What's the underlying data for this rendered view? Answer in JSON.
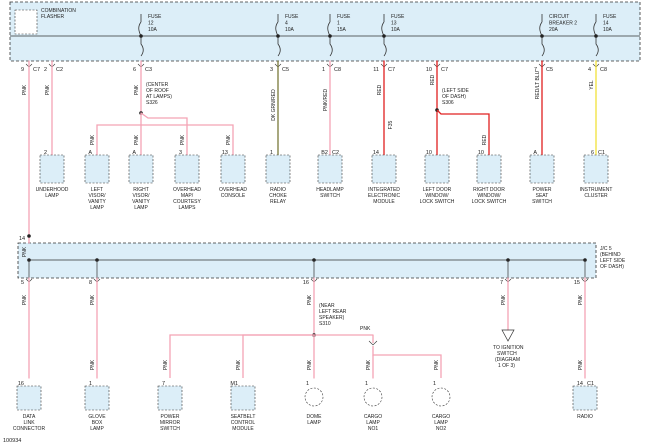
{
  "diagram": {
    "id": "100934",
    "combination_flasher": [
      "COMBINATION",
      "FLASHER"
    ],
    "fuses": [
      {
        "lines": [
          "FUSE",
          "12",
          "10A"
        ]
      },
      {
        "lines": [
          "FUSE",
          "4",
          "10A"
        ]
      },
      {
        "lines": [
          "FUSE",
          "1",
          "15A"
        ]
      },
      {
        "lines": [
          "FUSE",
          "13",
          "10A"
        ]
      },
      {
        "lines": [
          "CIRCUIT",
          "BREAKER 2",
          "20A"
        ]
      },
      {
        "lines": [
          "FUSE",
          "14",
          "10A"
        ]
      }
    ],
    "top_connectors": [
      {
        "pin": "9",
        "conn": "C7",
        "wire": "PNK"
      },
      {
        "pin": "2",
        "conn": "C2",
        "wire": "PNK"
      },
      {
        "pin": "6",
        "conn": "C3",
        "wire": "PNK"
      },
      {
        "pin": "3",
        "conn": "C5",
        "wire": "DK GRN/RED"
      },
      {
        "pin": "1",
        "conn": "C8",
        "wire": "PNK/RED"
      },
      {
        "pin": "11",
        "conn": "C7",
        "wire": "RED"
      },
      {
        "pin": "10",
        "conn": "C7",
        "wire": "RED"
      },
      {
        "pin": "7",
        "conn": "C5",
        "wire": "RED/LT BLU"
      },
      {
        "pin": "4",
        "conn": "C8",
        "wire": "YEL"
      }
    ],
    "splices": {
      "s326": [
        "(CENTER",
        "OF ROOF",
        "AT LAMPS)",
        "S326"
      ],
      "s306": [
        "(LEFT SIDE",
        "OF DASH)",
        "S306"
      ],
      "s310": [
        "(NEAR",
        "LEFT REAR",
        "SPEAKER)",
        "S310"
      ]
    },
    "wire_codes": {
      "f35": "F35",
      "pnk": "PNK",
      "red": "RED"
    },
    "upper_components": [
      {
        "pin": "2",
        "conn": "",
        "wire": "",
        "name": [
          "UNDERHOOD",
          "LAMP"
        ]
      },
      {
        "pin": "A",
        "conn": "",
        "wire": "PNK",
        "name": [
          "LEFT",
          "VISOR/",
          "VANITY",
          "LAMP"
        ]
      },
      {
        "pin": "A",
        "conn": "",
        "wire": "PNK",
        "name": [
          "RIGHT",
          "VISOR/",
          "VANITY",
          "LAMP"
        ]
      },
      {
        "pin": "3",
        "conn": "",
        "wire": "PNK",
        "name": [
          "OVERHEAD",
          "MAP/",
          "COURTESY",
          "LAMPS"
        ]
      },
      {
        "pin": "13",
        "conn": "",
        "wire": "PNK",
        "name": [
          "OVERHEAD",
          "CONSOLE"
        ]
      },
      {
        "pin": "1",
        "conn": "",
        "wire": "",
        "name": [
          "RADIO",
          "CHOKE",
          "RELAY"
        ]
      },
      {
        "pin": "B2",
        "conn": "C2",
        "wire": "",
        "name": [
          "HEADLAMP",
          "SWITCH"
        ]
      },
      {
        "pin": "14",
        "conn": "",
        "wire": "",
        "name": [
          "INTEGRATED",
          "ELECTRONIC",
          "MODULE"
        ]
      },
      {
        "pin": "10",
        "conn": "",
        "wire": "",
        "name": [
          "LEFT DOOR",
          "WINDOW/",
          "LOCK SWITCH"
        ]
      },
      {
        "pin": "10",
        "conn": "",
        "wire": "RED",
        "name": [
          "RIGHT DOOR",
          "WINDOW/",
          "LOCK SWITCH"
        ]
      },
      {
        "pin": "A",
        "conn": "",
        "wire": "",
        "name": [
          "POWER",
          "SEAT",
          "SWITCH"
        ]
      },
      {
        "pin": "6",
        "conn": "C1",
        "wire": "",
        "name": [
          "INSTRUMENT",
          "CLUSTER"
        ]
      }
    ],
    "jc5": {
      "pin": "14",
      "label": [
        "J/C 5",
        "(BEHIND",
        "LEFT SIDE",
        "OF DASH)"
      ]
    },
    "jc_pins": [
      "5",
      "8",
      "16",
      "7",
      "15"
    ],
    "ground": {
      "lines": [
        "TO IGNITION",
        "SWITCH",
        "(DIAGRAM",
        "1 OF 3)"
      ]
    },
    "lower_components": [
      {
        "pin": "16",
        "conn": "",
        "wire": "",
        "name": [
          "DATA",
          "LINK",
          "CONNECTOR"
        ]
      },
      {
        "pin": "1",
        "conn": "",
        "wire": "PNK",
        "name": [
          "GLOVE",
          "BOX",
          "LAMP"
        ]
      },
      {
        "pin": "7",
        "conn": "",
        "wire": "PNK",
        "name": [
          "POWER",
          "MIRROR",
          "SWITCH"
        ]
      },
      {
        "pin": "M1",
        "conn": "",
        "wire": "PNK",
        "name": [
          "SEATBELT",
          "CONTROL",
          "MODULE"
        ]
      },
      {
        "pin": "1",
        "conn": "",
        "wire": "PNK",
        "name": [
          "DOME",
          "LAMP"
        ]
      },
      {
        "pin": "1",
        "conn": "",
        "wire": "PNK",
        "name": [
          "CARGO",
          "LAMP",
          "NO1"
        ]
      },
      {
        "pin": "1",
        "conn": "",
        "wire": "PNK",
        "name": [
          "CARGO",
          "LAMP",
          "NO2"
        ]
      },
      {
        "pin": "14",
        "conn": "C1",
        "wire": "PNK",
        "name": [
          "RADIO"
        ]
      }
    ],
    "colors": {
      "pink": "#f4a3b5",
      "red": "#e02020",
      "olive": "#7a7a3a",
      "yellow": "#f2e23a",
      "box": "#dceef8"
    }
  }
}
